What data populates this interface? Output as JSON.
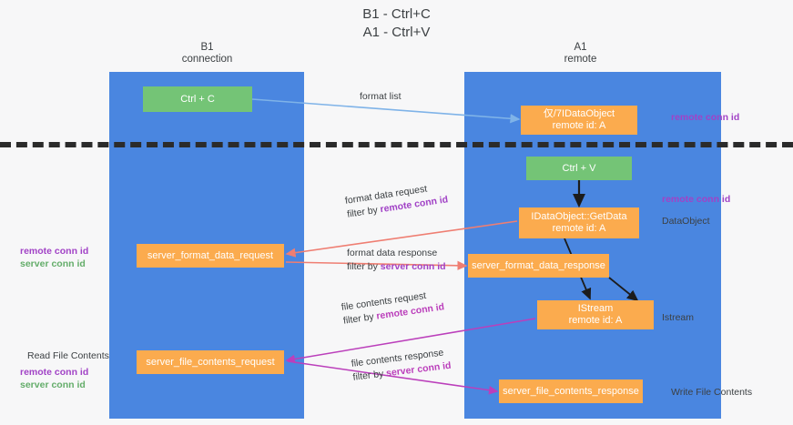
{
  "title": {
    "line1": "B1 - Ctrl+C",
    "line2": "A1 - Ctrl+V"
  },
  "lanes": [
    {
      "name": "b1",
      "title": "B1",
      "subtitle": "connection",
      "color": "#4a86e0"
    },
    {
      "name": "a1",
      "title": "A1",
      "subtitle": "remote",
      "color": "#4a86e0"
    }
  ],
  "boxes": {
    "ctrl_c": {
      "line1": "Ctrl + C",
      "color": "#74c476"
    },
    "ctrl_v": {
      "line1": "Ctrl + V",
      "color": "#74c476"
    },
    "idataobject": {
      "line1": "仅/7IDataObject",
      "line2": "remote id: A",
      "color": "#fbab4e"
    },
    "getdata": {
      "line1": "IDataObject::GetData",
      "line2": "remote id: A",
      "color": "#fbab4e"
    },
    "istream": {
      "line1": "IStream",
      "line2": "remote id: A",
      "color": "#fbab4e"
    },
    "server_format_data_request": {
      "line1": "server_format_data_request",
      "color": "#fbab4e"
    },
    "server_format_data_response": {
      "line1": "server_format_data_response",
      "color": "#fbab4e"
    },
    "server_file_contents_request": {
      "line1": "server_file_contents_request",
      "color": "#fbab4e"
    },
    "server_file_contents_response": {
      "line1": "server_file_contents_response",
      "color": "#fbab4e"
    }
  },
  "edges": {
    "format_list": {
      "label": "format list"
    },
    "format_data_request": {
      "label": "format data request",
      "filter_prefix": "filter by ",
      "filter_key": "remote conn id"
    },
    "format_data_response": {
      "label": "format data response",
      "filter_prefix": "filter by ",
      "filter_key": "server conn id"
    },
    "file_contents_request": {
      "label": "file contents request",
      "filter_prefix": "filter by ",
      "filter_key": "remote conn id"
    },
    "file_contents_response": {
      "label": "file contents response",
      "filter_prefix": "filter by ",
      "filter_key": "server conn id"
    }
  },
  "annotations": {
    "right_top_remote": "remote conn id",
    "right_dataobject_remote": "remote conn id",
    "right_dataobject": "DataObject",
    "right_istream": "Istream",
    "right_write_file_contents": "Write File Contents",
    "left_mid_remote": "remote conn id",
    "left_mid_server": "server conn id",
    "left_read_file_contents": "Read File Contents",
    "left_bot_remote": "remote conn id",
    "left_bot_server": "server conn id"
  },
  "colors": {
    "lane": "#4a86e0",
    "orange": "#fbab4e",
    "green_box": "#74c476",
    "purple": "#a142c6",
    "green_text": "#64ad6a",
    "magenta": "#bb3fbb",
    "arrow_blue": "#7fb3e8",
    "arrow_red": "#ef7e72",
    "arrow_black": "#1c1c1c",
    "divider": "#2b2b2b",
    "background": "#f7f7f8"
  }
}
